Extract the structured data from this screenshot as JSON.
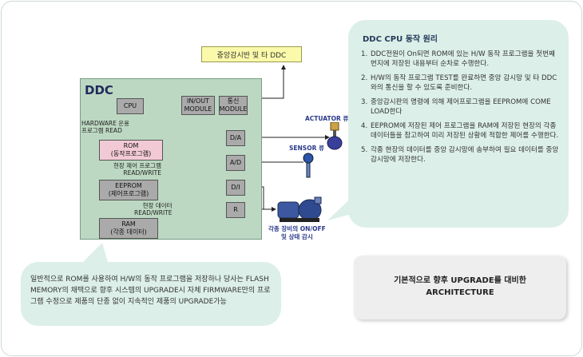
{
  "top_banner": "중앙감시반 및 타 DDC",
  "ddc": {
    "title": "DDC",
    "cpu": "CPU",
    "io_module": [
      "IN/OUT",
      "MODULE"
    ],
    "comm_module": [
      "통신",
      "MODULE"
    ],
    "hw_note": [
      "HARDWARE 운용",
      "프로그램 READ"
    ],
    "rom": [
      "ROM",
      "(동작프로그램)"
    ],
    "field_ctrl_note": [
      "현장 제어 프로그램",
      "READ/WRITE"
    ],
    "eeprom": [
      "EEPROM",
      "(제어프로그램)"
    ],
    "field_data_note": [
      "현장 데이터",
      "READ/WRITE"
    ],
    "ram": [
      "RAM",
      "(각종 데이터)"
    ],
    "da": "D/A",
    "ad": "A/D",
    "di": "D/I",
    "r": "R"
  },
  "devices": {
    "actuator": "ACTUATOR 류",
    "sensor": "SENSOR 류",
    "pump_caption": [
      "각종 장비의 ON/OFF",
      "및 상태 감시"
    ]
  },
  "right_panel": {
    "title": "DDC CPU 동작 원리",
    "items": [
      {
        "num": "1.",
        "text": "DDC전원이 On되면 ROM에 있는 H/W 동작 프로그램을 첫번째 번지에 저장된 내용부터 순차로 수행한다."
      },
      {
        "num": "2.",
        "text": "H/W의 동작 프로그램 TEST를 완료하면 중앙 감시망 및 타 DDC와의 통신을 할 수 있도록 준비한다."
      },
      {
        "num": "3.",
        "text": "중앙감시판의 명령에 의해 제어프로그램을 EEPROM에 COME LOAD한다"
      },
      {
        "num": "4.",
        "text": "EEPROM에 저장된 제어 프로그램을 RAM에 저장된 현장의 각종 데이터들을 참고하여 미리 저장된 상황에 적합한 제어를 수행한다."
      },
      {
        "num": "5.",
        "text": "각종 현장의 데이터를 중앙 감시망에 송부하여 필요 데이터를 중앙감시망에 저장한다."
      }
    ]
  },
  "left_panel": {
    "text": "일반적으로 ROM를 사용하여 H/W의 동작 프로그램을 저장하나 당사는 FLASH MEMORY의 채택으로 향후 시스템의 UPGRADE시 자체 FIRMWARE만의 프로그램 수정으로 제품의 단종 없이 지속적인 제품의 UPGRADE가능"
  },
  "bottom_note": [
    "기본적으로 향후 UPGRADE를 대비한",
    "ARCHITECTURE"
  ],
  "colors": {
    "ddc_bg": "#bcd8c2",
    "bubble": "#dcefe8",
    "banner": "#fbfaaa",
    "rom_pink": "#f2cad6",
    "block_gray": "#a9aaa9"
  }
}
